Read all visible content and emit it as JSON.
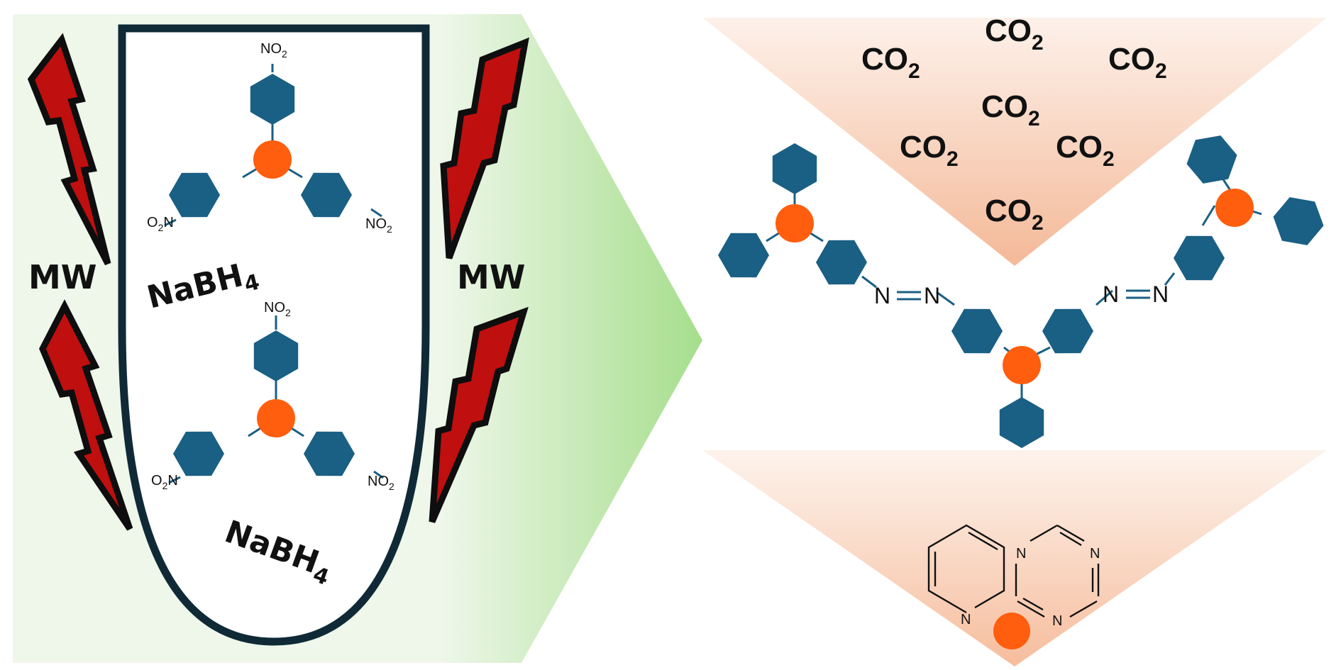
{
  "colors": {
    "panel_bg": "#eef7ea",
    "panel_gradient_end": "#a8df8e",
    "vessel_outline": "#0f2a36",
    "hexagon": "#1a5f84",
    "metal_node": "#ff5e0e",
    "bolt_fill": "#c00f0f",
    "bolt_outline": "#0e0e0e",
    "funnel_fill": "#f6c9b0"
  },
  "icons": [
    "lightning-bolt-icon",
    "hexagon-ring-icon",
    "metal-node-icon",
    "pyridine-ring-icon",
    "triazine-ring-icon"
  ],
  "left_panel": {
    "energy_labels": [
      "MW",
      "MW"
    ],
    "reagent_labels": [
      "NaBH",
      "NaBH"
    ],
    "reagent_subscript": "4",
    "nitro_group": "NO",
    "nitro_subscript": "2",
    "nitro_group_left": "O",
    "nitro_group_left_subscript": "2",
    "nitro_group_left_tail": "N"
  },
  "right_panel": {
    "gas_label": "CO",
    "gas_subscript": "2",
    "azo_atom": "N",
    "ring_atom": "N"
  }
}
